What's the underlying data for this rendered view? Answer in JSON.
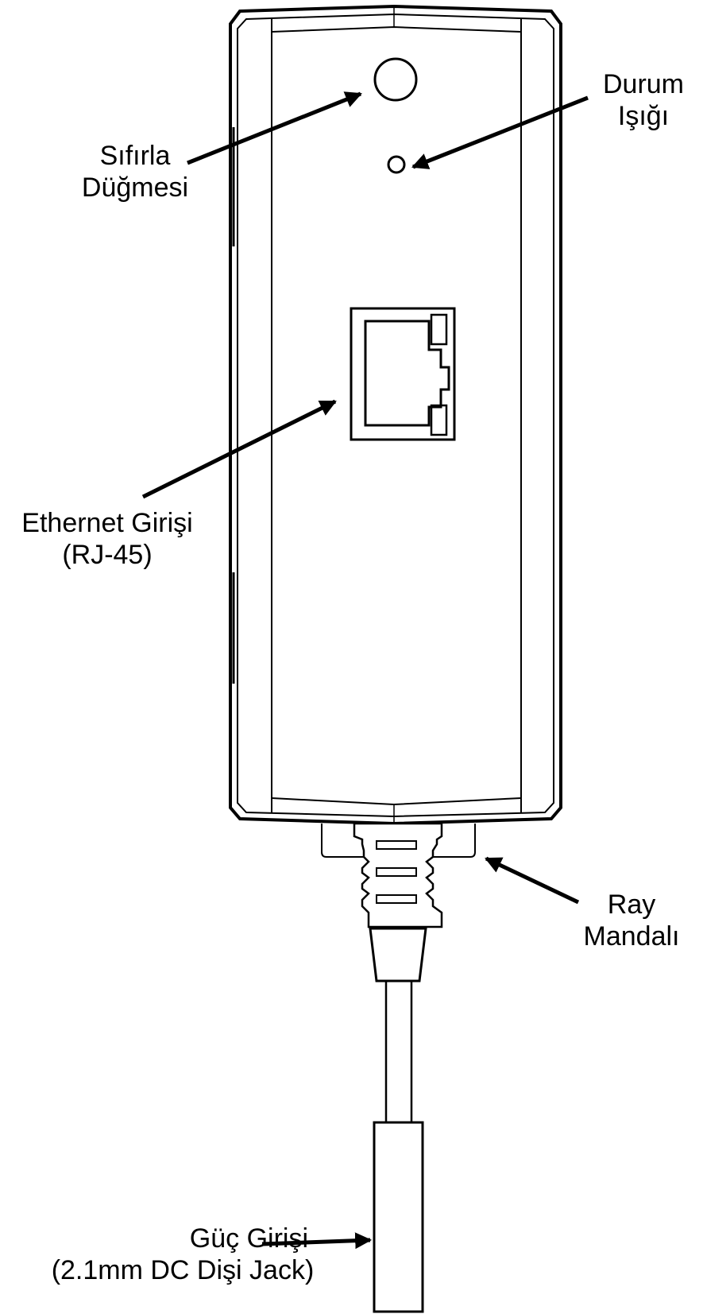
{
  "labels": {
    "reset": {
      "line1": "Sıfırla",
      "line2": "Düğmesi"
    },
    "status": {
      "line1": "Durum",
      "line2": "Işığı"
    },
    "ethernet": {
      "line1": "Ethernet Girişi",
      "line2": "(RJ-45)"
    },
    "latch": {
      "line1": "Ray",
      "line2": "Mandalı"
    },
    "power": {
      "line1": "Güç Girişi",
      "line2": "(2.1mm DC Dişi Jack)"
    }
  },
  "colors": {
    "stroke": "#000000",
    "background": "#ffffff"
  }
}
